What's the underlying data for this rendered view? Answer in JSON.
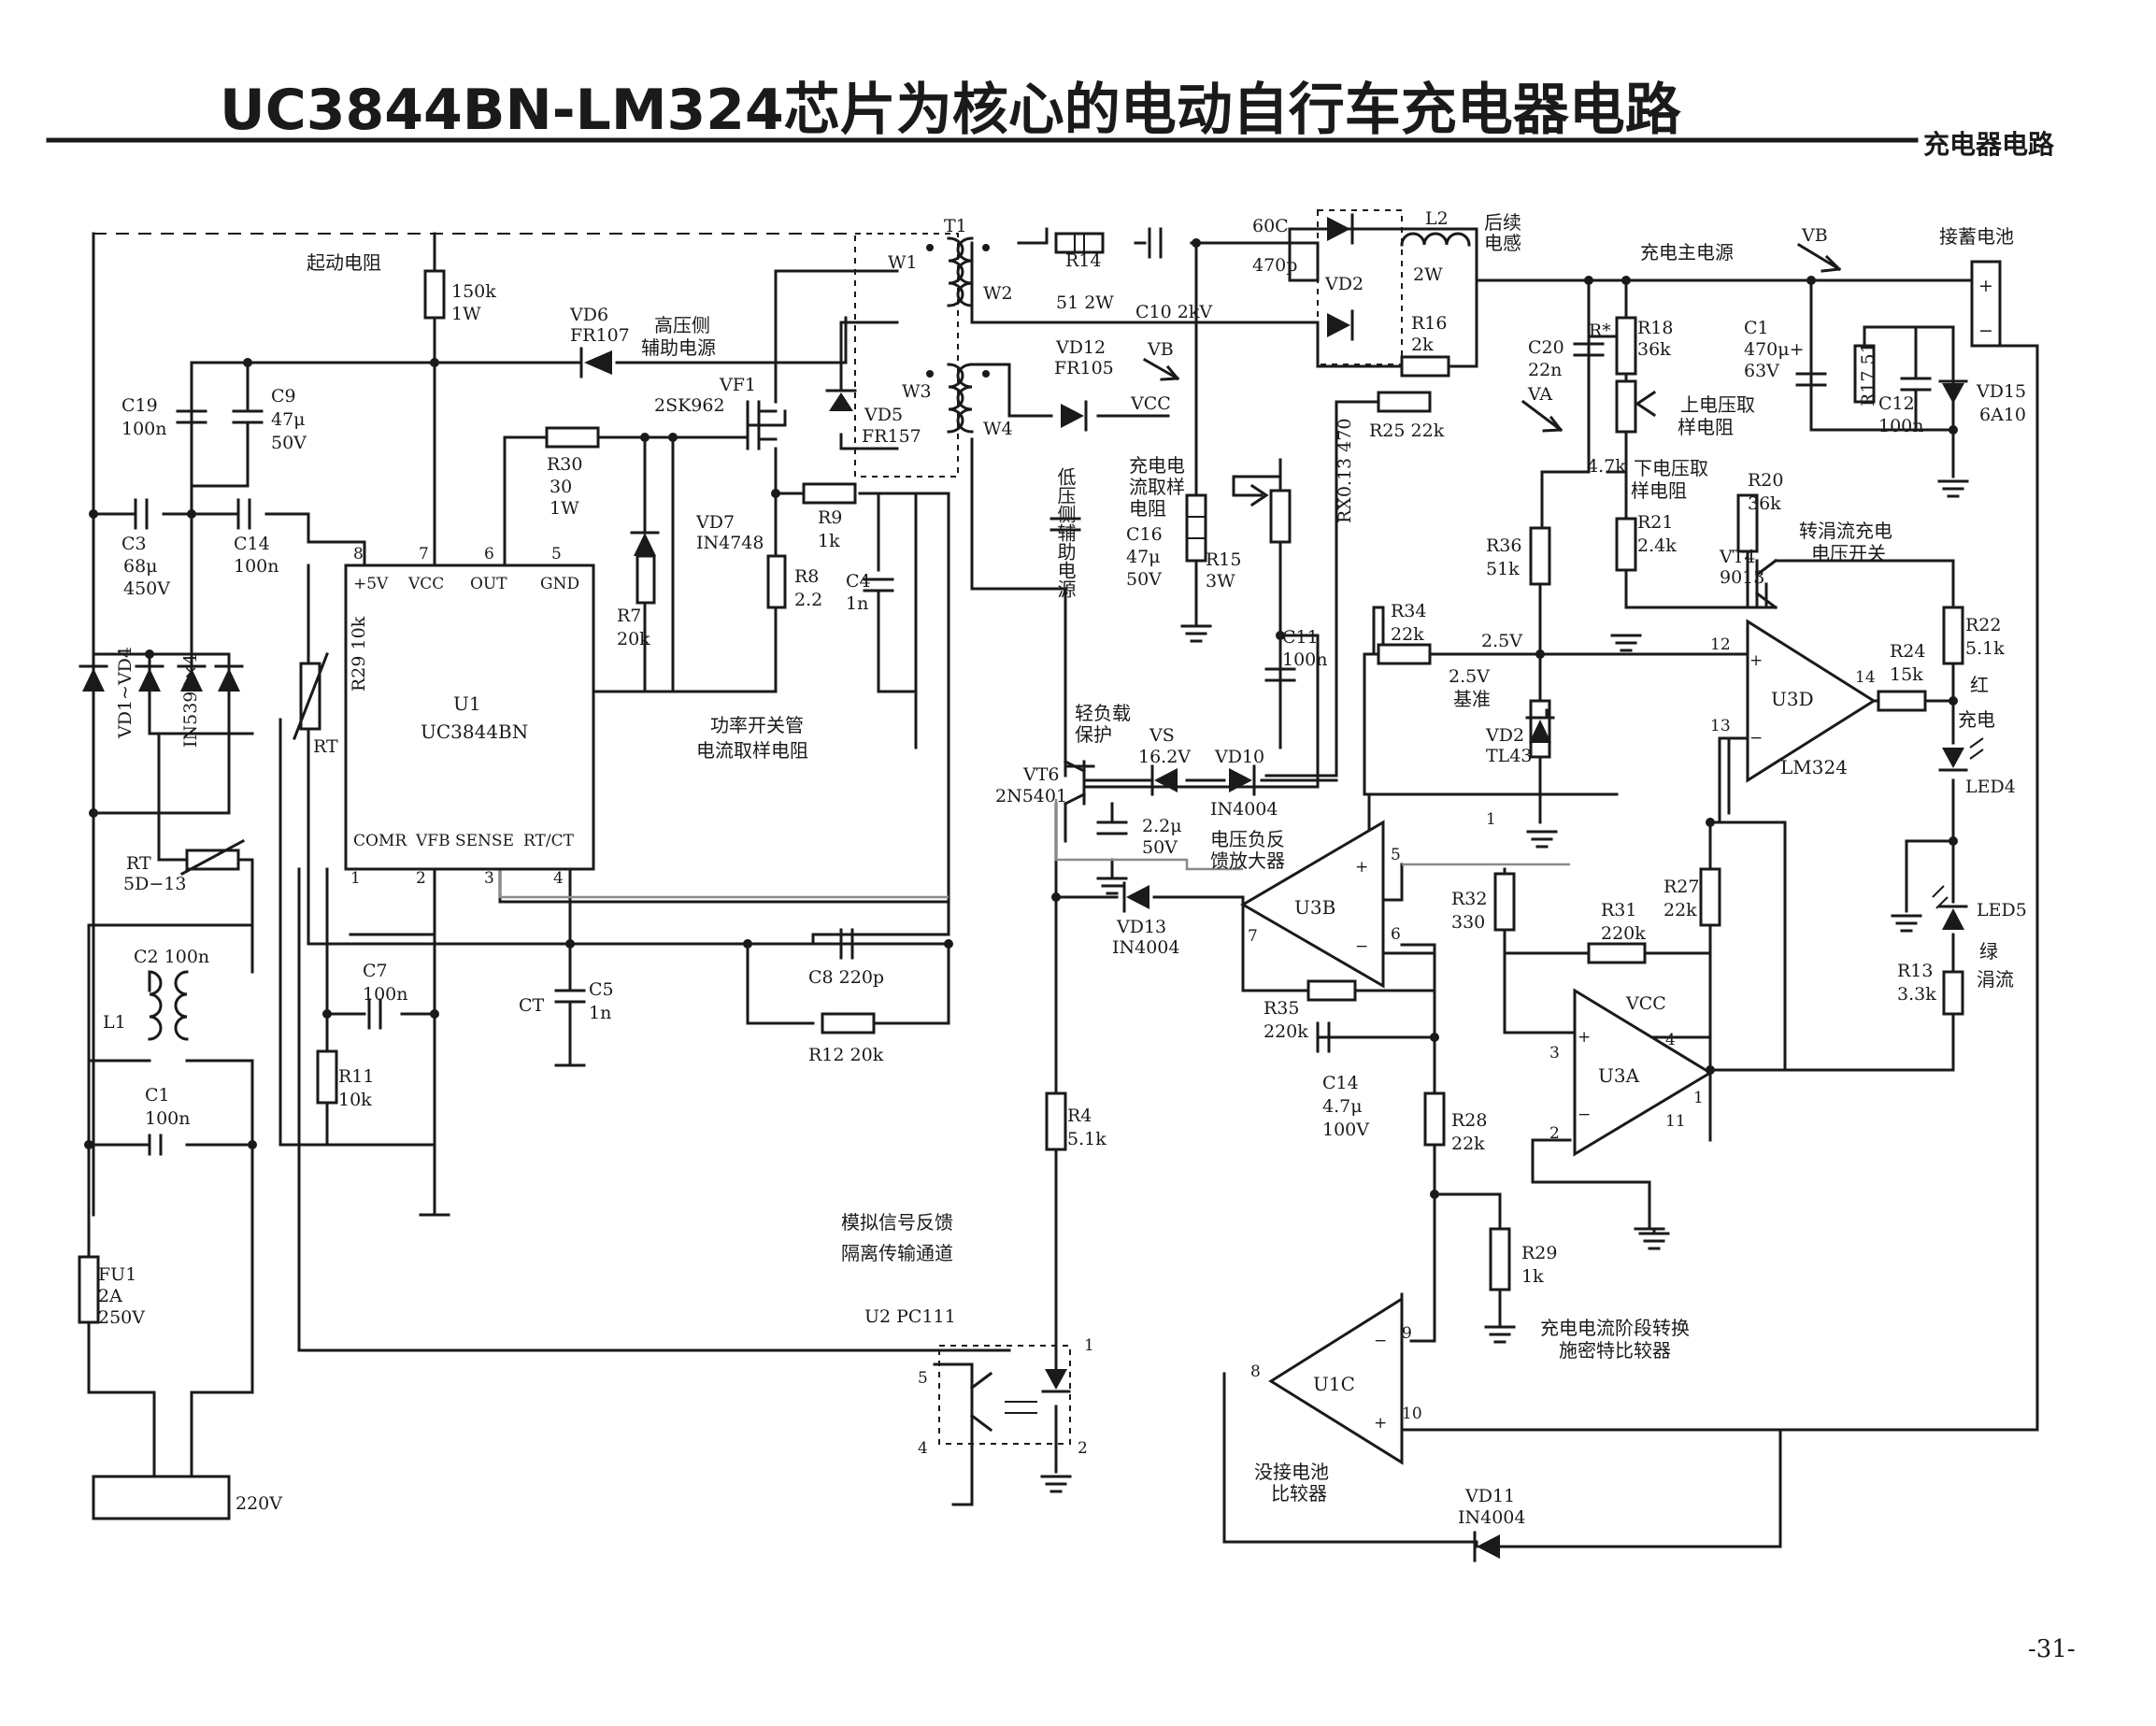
{
  "page": {
    "title": "UC3844BN-LM324芯片为核心的电动自行车充电器电路",
    "section_tag": "充电器电路",
    "page_number": "-31-"
  },
  "labels": {
    "start_resistor": "起动电阻",
    "r_150k": "150k",
    "r_150k_w": "1W",
    "vd6": "VD6",
    "vd6_part": "FR107",
    "hv_aux_1": "高压侧",
    "hv_aux_2": "辅助电源",
    "vf1": "VF1",
    "vf1_part": "2SK962",
    "t1": "T1",
    "w1": "W1",
    "w2": "W2",
    "w3": "W3",
    "w4": "W4",
    "r14": "R14",
    "r14_val": "51  2W",
    "c10": "C10 2kV",
    "c_60c": "60C",
    "c_470p": "470p",
    "vd2_box": "VD2",
    "l2": "L2",
    "l2_w": "2W",
    "l2_note_1": "后续",
    "l2_note_2": "电感",
    "charge_main": "充电主电源",
    "vb_top": "VB",
    "battery_label": "接蓄电池",
    "bat_plus": "+",
    "bat_minus": "−",
    "r16": "R16",
    "r16_val": "2k",
    "r25": "R25 22k",
    "vd12": "VD12",
    "vd12_part": "FR105",
    "vb_mid": "VB",
    "vcc_t": "VCC",
    "vd5": "VD5",
    "vd5_part": "FR157",
    "c20": "C20",
    "c20_val": "22n",
    "r_star": "R*",
    "r18": "R18",
    "r18_val": "36k",
    "c1_out": "C1",
    "c1_out_val": "470μ+",
    "c1_out_v": "63V",
    "r17": "R17 51",
    "c12": "C12",
    "c12_val": "100n",
    "vd15": "VD15",
    "vd15_part": "6A10",
    "va": "VA",
    "upper_div_1": "上电压取",
    "upper_div_2": "样电阻",
    "r_4k7": "4.7k",
    "lower_div_1": "下电压取",
    "lower_div_2": "样电阻",
    "r21": "R21",
    "r21_val": "2.4k",
    "r20": "R20",
    "r20_val": "36k",
    "vt4": "VT4",
    "vt4_part": "9013",
    "trickle_1": "转涓流充电",
    "trickle_2": "电压开关",
    "c19": "C19",
    "c19_val": "100n",
    "c9": "C9",
    "c9_val": "47μ",
    "c9_v": "50V",
    "c3": "C3",
    "c3_val": "68μ",
    "c3_v": "450V",
    "c14a": "C14",
    "c14a_val": "100n",
    "r30": "R30",
    "r30_val": "30",
    "r30_w": "1W",
    "vd7": "VD7",
    "vd7_part": "IN4748",
    "r7": "R7",
    "r7_val": "20k",
    "r8": "R8",
    "r8_val": "2.2",
    "r9": "R9",
    "r9_val": "1k",
    "c4": "C4",
    "c4_val": "1n",
    "low_aux": "低压侧辅助电源",
    "sense_1": "充电电",
    "sense_2": "流取样",
    "sense_3": "电阻",
    "c16": "C16",
    "c16_val": "47μ",
    "c16_v": "50V",
    "r15": "R15",
    "r15_w": "3W",
    "rx": "RX0.13  470",
    "r36": "R36",
    "r36_val": "51k",
    "c11": "C11",
    "c11_val": "100n",
    "r34": "R34",
    "r34_val": "22k",
    "v25": "2.5V",
    "ref_1": "2.5V",
    "ref_2": "基准",
    "vd2_tl": "VD2",
    "vd2_tl_part": "TL43",
    "u3d": "U3D",
    "lm324": "LM324",
    "r24": "R24",
    "r24_val": "15k",
    "r22": "R22",
    "r22_val": "5.1k",
    "red_1": "红",
    "red_2": "充电",
    "led4": "LED4",
    "led5": "LED5",
    "green_1": "绿",
    "green_2": "涓流",
    "r13": "R13",
    "r13_val": "3.3k",
    "vd1_vd4": "VD1~VD4",
    "in5399": "IN5399×4",
    "r29_10k": "R29 10k",
    "rt_a": "RT",
    "u1": "U1",
    "u1_part": "UC3844BN",
    "pin_5v": "+5V",
    "pin_vcc": "VCC",
    "pin_out": "OUT",
    "pin_gnd": "GND",
    "pin_comr": "COMR",
    "pin_vfb": "VFB",
    "pin_sense": "SENSE",
    "pin_rtct": "RT/CT",
    "pwr_1": "功率开关管",
    "pwr_2": "电流取样电阻",
    "light_1": "轻负载",
    "light_2": "保护",
    "vs": "VS",
    "vs_val": "16.2V",
    "vd10": "VD10",
    "vd10_part": "IN4004",
    "vt6": "VT6",
    "vt6_part": "2N5401",
    "c_2u2": "2.2μ",
    "c_50v": "50V",
    "fb_1": "电压负反",
    "fb_2": "馈放大器",
    "vd13": "VD13",
    "vd13_part": "IN4004",
    "u3b": "U3B",
    "r35": "R35",
    "r35_val": "220k",
    "c14b": "C14",
    "c14b_val": "4.7μ",
    "c14b_v": "100V",
    "r32": "R32",
    "r32_val": "330",
    "r31": "R31",
    "r31_val": "220k",
    "r27": "R27",
    "r27_val": "22k",
    "u3a": "U3A",
    "vcc_u3a": "VCC",
    "r28": "R28",
    "r28_val": "22k",
    "r29b": "R29",
    "r29b_val": "1k",
    "stage_1": "充电电流阶段转换",
    "stage_2": "施密特比较器",
    "u1c": "U1C",
    "nobat_1": "没接电池",
    "nobat_2": "比较器",
    "vd11": "VD11",
    "vd11_part": "IN4004",
    "rt_b": "RT",
    "rt_b_val": "5D−13",
    "c2": "C2 100n",
    "l1": "L1",
    "c1_in": "C1",
    "c1_in_val": "100n",
    "c7": "C7",
    "c7_val": "100n",
    "r11": "R11",
    "r11_val": "10k",
    "c8": "C8 220p",
    "r12": "R12 20k",
    "ct": "CT",
    "c5": "C5",
    "c5_val": "1n",
    "r4": "R4",
    "r4_val": "5.1k",
    "analog_1": "模拟信号反馈",
    "analog_2": "隔离传输通道",
    "u2": "U2 PC111",
    "fu1": "FU1",
    "fu1_val": "2A",
    "fu1_v": "250V",
    "mains": "220V"
  },
  "pins": {
    "p8": "8",
    "p7": "7",
    "p6": "6",
    "p5": "5",
    "p1": "1",
    "p2": "2",
    "p3": "3",
    "p4": "4",
    "u3d_12": "12",
    "u3d_13": "13",
    "u3d_14": "14",
    "u3b_5": "5",
    "u3b_6": "6",
    "u3b_7": "7",
    "u3a_3": "3",
    "u3a_2": "2",
    "u3a_1": "1",
    "u3a_4": "4",
    "u3a_11": "11",
    "u1c_8": "8",
    "u1c_9": "9",
    "u1c_10": "10",
    "u2_1": "1",
    "u2_2": "2",
    "u2_4": "4",
    "u2_5": "5",
    "vt_node1": "1"
  }
}
